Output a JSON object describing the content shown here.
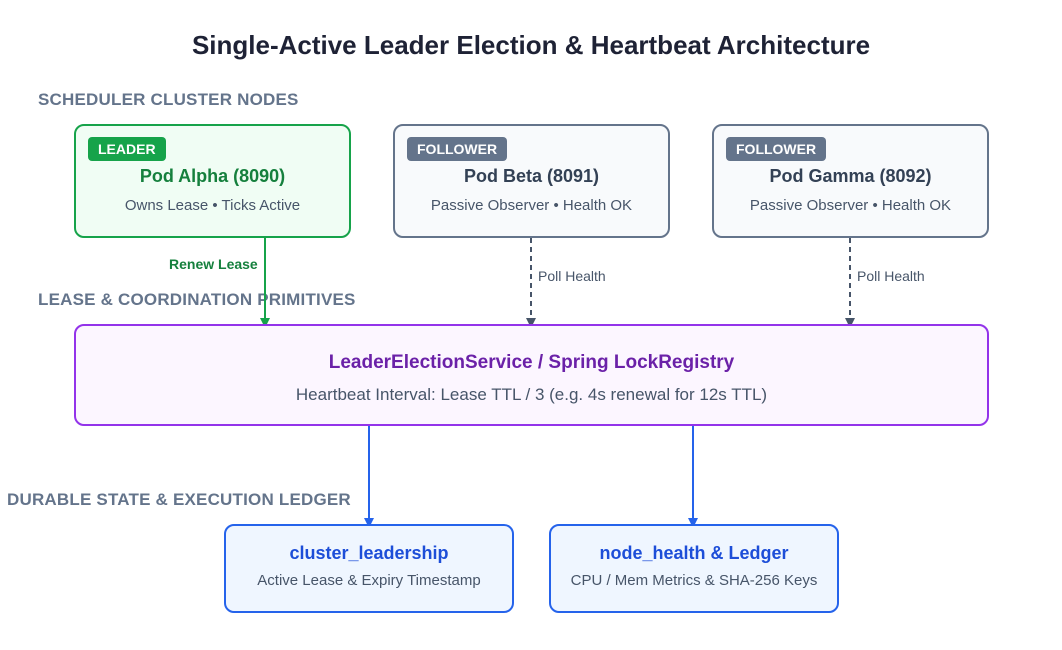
{
  "title": "Single-Active Leader Election & Heartbeat Architecture",
  "sections": {
    "nodes": "SCHEDULER CLUSTER NODES",
    "primitives": "LEASE & COORDINATION PRIMITIVES",
    "ledger": "DURABLE STATE & EXECUTION LEDGER"
  },
  "nodes": [
    {
      "badge": "LEADER",
      "name": "Pod Alpha (8090)",
      "desc": "Owns Lease • Ticks Active"
    },
    {
      "badge": "FOLLOWER",
      "name": "Pod Beta (8091)",
      "desc": "Passive Observer • Health OK"
    },
    {
      "badge": "FOLLOWER",
      "name": "Pod Gamma (8092)",
      "desc": "Passive Observer • Health OK"
    }
  ],
  "service": {
    "name": "LeaderElectionService / Spring LockRegistry",
    "desc": "Heartbeat Interval: Lease TTL / 3 (e.g. 4s renewal for 12s TTL)"
  },
  "stores": [
    {
      "name": "cluster_leadership",
      "desc": "Active Lease & Expiry Timestamp"
    },
    {
      "name": "node_health & Ledger",
      "desc": "CPU / Mem Metrics & SHA-256 Keys"
    }
  ],
  "edges": {
    "renew": "Renew Lease",
    "poll_beta": "Poll Health",
    "poll_gamma": "Poll Health"
  },
  "colors": {
    "leader": "#16a34a",
    "follower": "#64748b",
    "service": "#9333ea",
    "store": "#2563eb"
  }
}
